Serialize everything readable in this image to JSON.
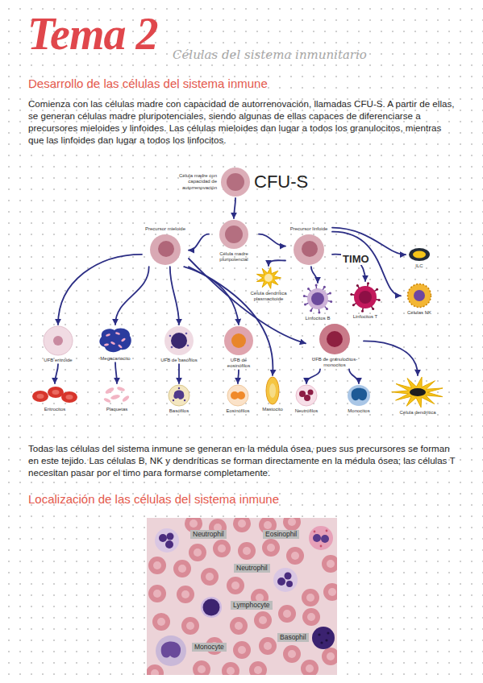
{
  "diagram": {
    "title": "Tema 2",
    "nodes": [
      {
        "text": [
          "Célula madre con capacidad de autorrenovación",
          "CFU-S"
        ]
      },
      {
        "text": [
          "Célula madre pluripotencial"
        ]
      },
      {
        "text": [
          "Precursor mieloide"
        ]
      },
      {
        "text": [
          "Precursor linfoide"
        ]
      },
      {
        "text": [
          "Célula dendrítica plasmacitoide"
        ]
      },
      {
        "text": [
          "Linfocitos B"
        ]
      },
      {
        "text": [
          "Linfocitos T"
        ]
      },
      {
        "text": [
          "ILC"
        ]
      },
      {
        "text": [
          "Células NK"
        ]
      },
      {
        "text": [
          "UFB eritroide"
        ]
      },
      {
        "text": [
          "Megacariocito"
        ]
      },
      {
        "text": [
          "UFB de basófilos"
        ]
      },
      {
        "text": [
          "UFB de eosinófilos"
        ]
      },
      {
        "text": [
          "UFB de granulocitos-monocitos"
        ]
      },
      {
        "text": [
          "Eritrocitos"
        ]
      },
      {
        "text": [
          "Plaquetas"
        ]
      },
      {
        "text": [
          "Basófilos"
        ]
      },
      {
        "text": [
          "Eosinófilos"
        ]
      },
      {
        "text": [
          "Mastocito"
        ]
      },
      {
        "text": [
          "Neutrófilos"
        ]
      },
      {
        "text": [
          "Monocitos"
        ]
      },
      {
        "text": [
          "Célula dendrítica"
        ]
      }
    ],
    "edges": [
      {
        "from": 0,
        "to": 1,
        "arrow": "to"
      },
      {
        "from": 1,
        "to": 2,
        "arrow": "to"
      },
      {
        "from": 1,
        "to": 3,
        "arrow": "to"
      },
      {
        "from": 3,
        "to": 4,
        "arrow": "to"
      },
      {
        "from": 3,
        "to": 5,
        "arrow": "to"
      },
      {
        "from": 3,
        "to": 6,
        "label": "TIMO",
        "arrow": "to"
      },
      {
        "from": 3,
        "to": 7,
        "arrow": "to"
      },
      {
        "from": 3,
        "to": 8,
        "arrow": "to"
      },
      {
        "from": 2,
        "to": 9,
        "arrow": "to"
      },
      {
        "from": 2,
        "to": 10,
        "arrow": "to"
      },
      {
        "from": 2,
        "to": 11,
        "arrow": "to"
      },
      {
        "from": 2,
        "to": 12,
        "arrow": "to"
      },
      {
        "from": 2,
        "to": 18,
        "arrow": "to"
      },
      {
        "from": 2,
        "to": 13,
        "arrow": "to"
      },
      {
        "from": 9,
        "to": 14,
        "arrow": "to"
      },
      {
        "from": 10,
        "to": 15,
        "arrow": "to"
      },
      {
        "from": 11,
        "to": 16,
        "arrow": "to"
      },
      {
        "from": 12,
        "to": 17,
        "arrow": "to"
      },
      {
        "from": 13,
        "to": 19,
        "arrow": "to"
      },
      {
        "from": 13,
        "to": 20,
        "arrow": "to"
      },
      {
        "from": 13,
        "to": 21,
        "arrow": "to"
      }
    ],
    "labels": [
      "Células del sistema inmunitario",
      "Desarrollo de las células del sistema inmune",
      "Comienza con las células madre con capacidad de autorrenovación, llamadas CFU-S. A partir de ellas, se generan células madre pluripotenciales, siendo algunas de ellas capaces de diferenciarse a precursores mieloides y linfoides. Las células mieloides dan lugar a todos los granulocitos, mientras que las linfoides dan lugar a todos los linfocitos.",
      "Todas las células del sistema inmune se generan en la médula ósea, pues sus precursores se forman en este tejido. Las células B, NK y dendríticas se forman directamente en la médula ósea; las células T necesitan pasar por el timo para formarse completamente.",
      "Localización de las células del sistema inmune",
      "Neutrophil",
      "Eosinophil",
      "Neutrophil",
      "Lymphocyte",
      "Basophil",
      "Monocyte"
    ]
  }
}
